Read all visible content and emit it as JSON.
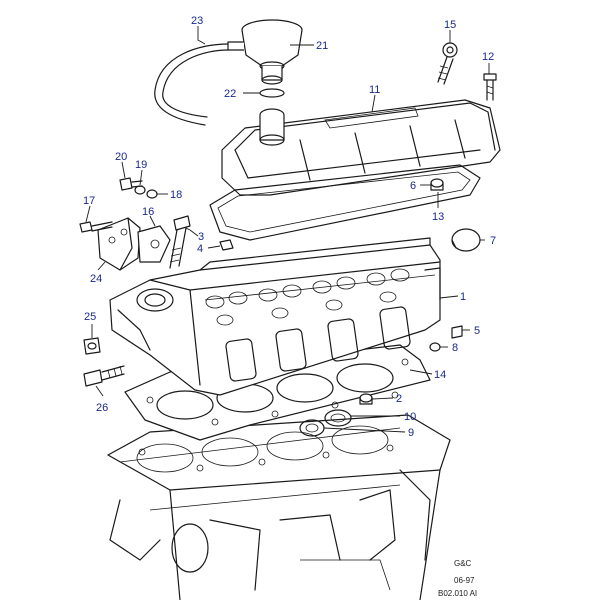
{
  "callouts": {
    "c1": "1",
    "c2": "2",
    "c3": "3",
    "c4": "4",
    "c5": "5",
    "c6": "6",
    "c7": "7",
    "c8": "8",
    "c9": "9",
    "c10": "10",
    "c11": "11",
    "c12": "12",
    "c13": "13",
    "c14": "14",
    "c15": "15",
    "c16": "16",
    "c17": "17",
    "c18": "18",
    "c19": "19",
    "c20": "20",
    "c21": "21",
    "c22": "22",
    "c23": "23",
    "c24": "24",
    "c25": "25",
    "c26": "26"
  },
  "footer": {
    "maker": "G&C",
    "date": "06-97",
    "ref": "B02.010 AI"
  }
}
